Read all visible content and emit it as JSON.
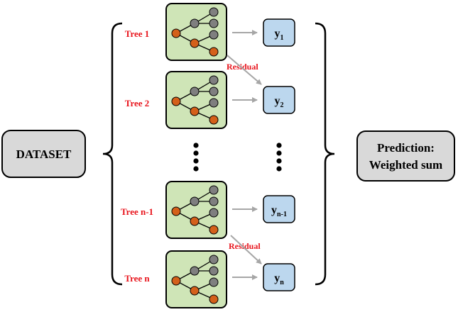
{
  "dataset": {
    "label": "DATASET"
  },
  "prediction": {
    "line1": "Prediction:",
    "line2": "Weighted sum"
  },
  "trees": [
    {
      "label": "Tree 1",
      "output_base": "y",
      "output_sub": "1"
    },
    {
      "label": "Tree 2",
      "output_base": "y",
      "output_sub": "2"
    },
    {
      "label": "Tree n-1",
      "output_base": "y",
      "output_sub": "n-1"
    },
    {
      "label": "Tree n",
      "output_base": "y",
      "output_sub": "n"
    }
  ],
  "residual_labels": [
    "Residual",
    "Residual"
  ],
  "colors": {
    "tree_box": "#cfe5b7",
    "output_box": "#bcd7ee",
    "side_box": "#d9d9d9",
    "orange_node": "#d4601a",
    "gray_node": "#7f7f7f",
    "arrow": "#a6a6a6",
    "red_label": "#e8141c"
  }
}
